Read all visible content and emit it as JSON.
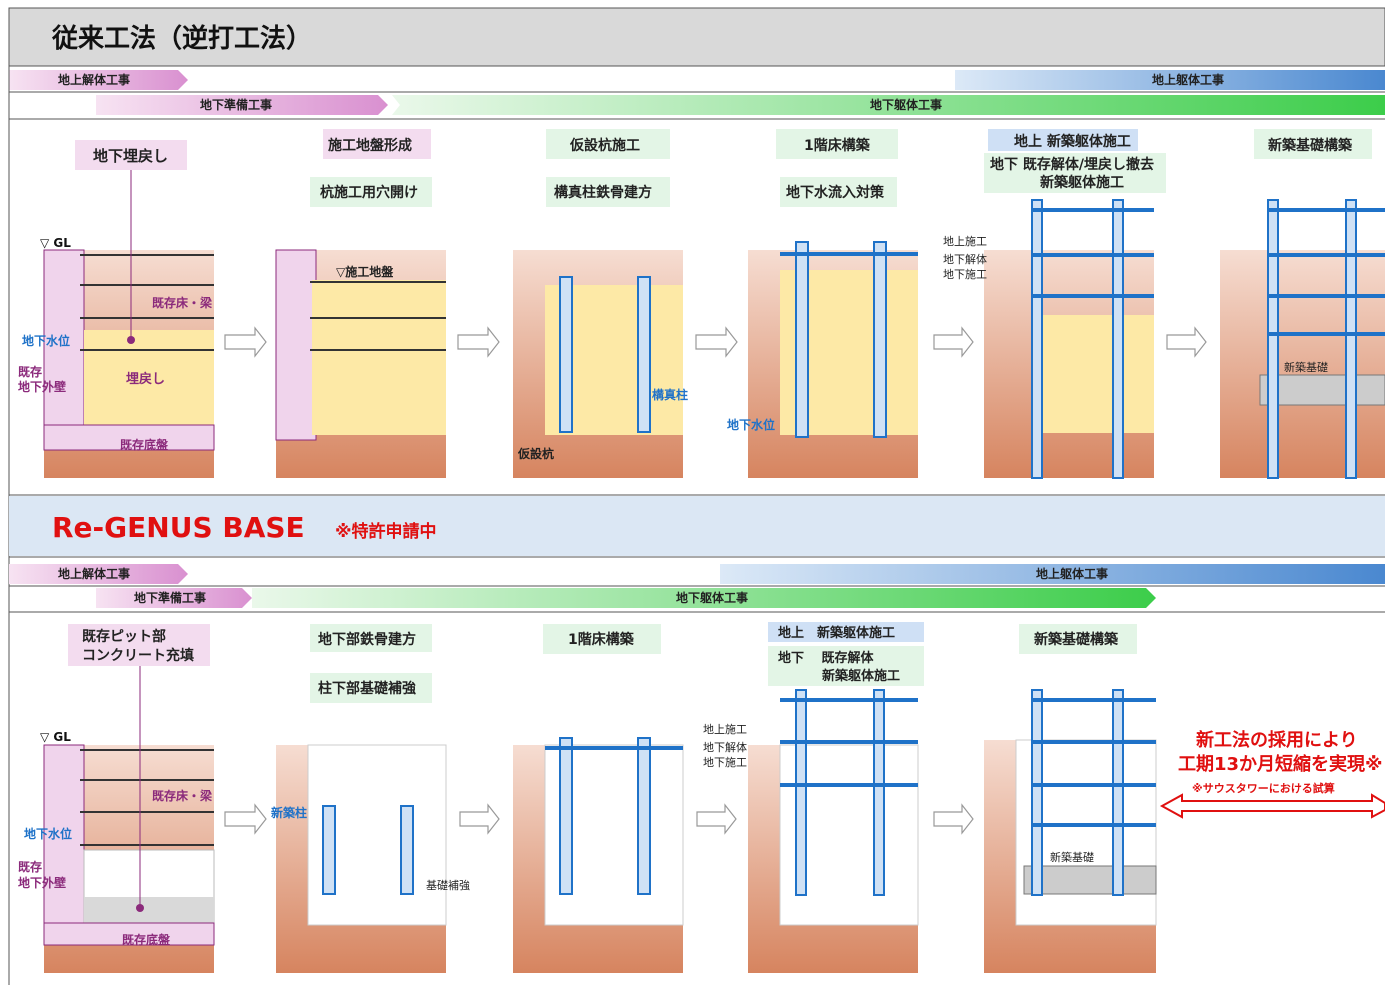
{
  "section1": {
    "title": "従来工法（逆打工法）",
    "bars": {
      "demolition_above": "地上解体工事",
      "prep_below": "地下準備工事",
      "structure_below": "地下躯体工事",
      "structure_above": "地上躯体工事"
    },
    "steps": [
      {
        "title": "地下埋戻し",
        "callouts": {
          "gl": "▽ GL",
          "beam": "既存床・梁",
          "groundwater": "地下水位",
          "wall_line1": "既存",
          "wall_line2": "地下外壁",
          "fill": "埋戻し",
          "slab": "既存底盤"
        }
      },
      {
        "title": "施工地盤形成",
        "sub": "杭施工用穴開け",
        "callouts": {
          "work_ground": "▽施工地盤"
        }
      },
      {
        "title": "仮設杭施工",
        "sub": "構真柱鉄骨建方",
        "callouts": {
          "column": "構真柱",
          "temp_pile": "仮設杭"
        }
      },
      {
        "title": "1階床構築",
        "sub": "地下水流入対策",
        "callouts": {
          "groundwater": "地下水位"
        }
      },
      {
        "title_line1": "地上 新築躯体施工",
        "title_line2": "地下 既存解体/埋戻し撤去",
        "title_line3": "新築躯体施工",
        "callouts": {
          "above": "地上施工",
          "below1": "地下解体",
          "below2": "地下施工"
        }
      },
      {
        "title": "新築基礎構築",
        "callouts": {
          "foundation": "新築基礎"
        }
      }
    ]
  },
  "section2": {
    "title": "Re-GENUS BASE",
    "patent": "※特許申請中",
    "bars": {
      "demolition_above": "地上解体工事",
      "prep_below": "地下準備工事",
      "structure_below": "地下躯体工事",
      "structure_above": "地上躯体工事"
    },
    "steps": [
      {
        "title_line1": "既存ピット部",
        "title_line2": "コンクリート充填",
        "callouts": {
          "gl": "▽ GL",
          "beam": "既存床・梁",
          "groundwater": "地下水位",
          "wall_line1": "既存",
          "wall_line2": "地下外壁",
          "slab": "既存底盤"
        }
      },
      {
        "title": "地下部鉄骨建方",
        "sub": "柱下部基礎補強",
        "callouts": {
          "new_column": "新築柱",
          "reinforce": "基礎補強"
        }
      },
      {
        "title": "1階床構築"
      },
      {
        "title_line1": "地上　新築躯体施工",
        "title_line2": "地下　 既存解体",
        "title_line3": "新築躯体施工",
        "callouts": {
          "above": "地上施工",
          "below1": "地下解体",
          "below2": "地下施工"
        }
      },
      {
        "title": "新築基礎構築",
        "callouts": {
          "foundation": "新築基礎"
        }
      }
    ],
    "result_line1": "新工法の採用により",
    "result_line2": "工期13か月短縮を実現※",
    "result_note": "※サウスタワーにおける試算"
  },
  "colors": {
    "purple": "#8b2a7b",
    "blue": "#1f72c8",
    "green": "#2e8b2e",
    "red": "#e01010",
    "yellow": "#fde9a6",
    "pink": "#f0d4ec",
    "soil": "#d98a66"
  }
}
